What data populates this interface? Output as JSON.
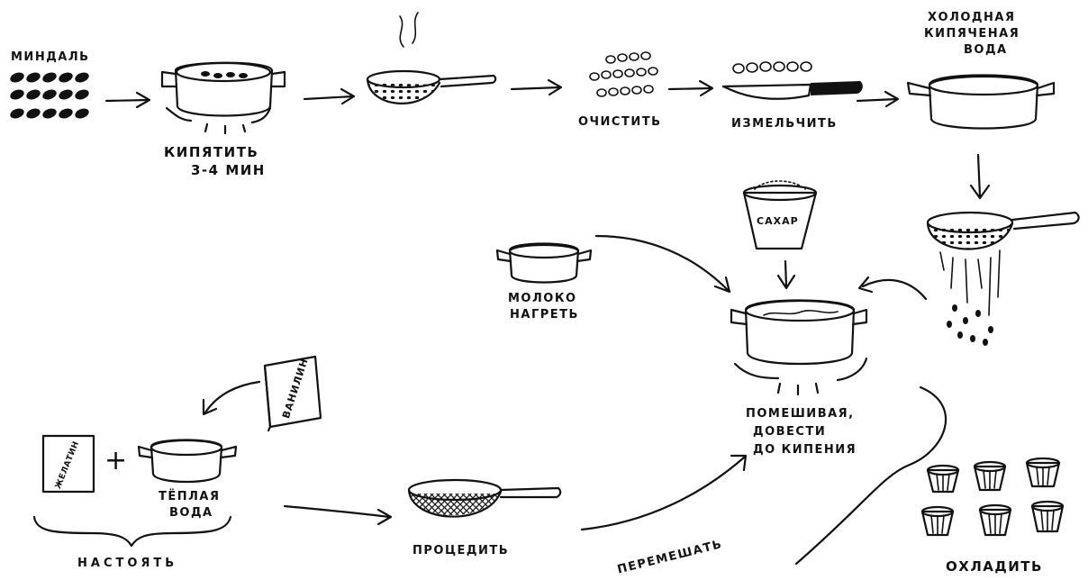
{
  "steps": {
    "almonds": "МИНДАЛЬ",
    "boil_line1": "КИПЯТИТЬ",
    "boil_line2": "3-4 МИН",
    "peel": "ОЧИСТИТЬ",
    "chop": "ИЗМЕЛЬЧИТЬ",
    "cold_water_line1": "ХОЛОДНАЯ",
    "cold_water_line2": "КИПЯЧЕНАЯ",
    "cold_water_line3": "ВОДА",
    "sugar": "САХАР",
    "milk_line1": "МОЛОКО",
    "milk_line2": "НАГРЕТЬ",
    "stir_line1": "ПОМЕШИВАЯ,",
    "stir_line2": "ДОВЕСТИ",
    "stir_line3": "ДО КИПЕНИЯ",
    "vanillin": "ВАНИЛИН",
    "gelatin": "ЖЕЛАТИН",
    "warm_water_line1": "ТЁПЛАЯ",
    "warm_water_line2": "ВОДА",
    "infuse": "НАСТОЯТЬ",
    "strain": "ПРОЦЕДИТЬ",
    "mix": "ПЕРЕМЕШАТЬ",
    "cool": "ОХЛАДИТЬ",
    "plus": "+"
  }
}
